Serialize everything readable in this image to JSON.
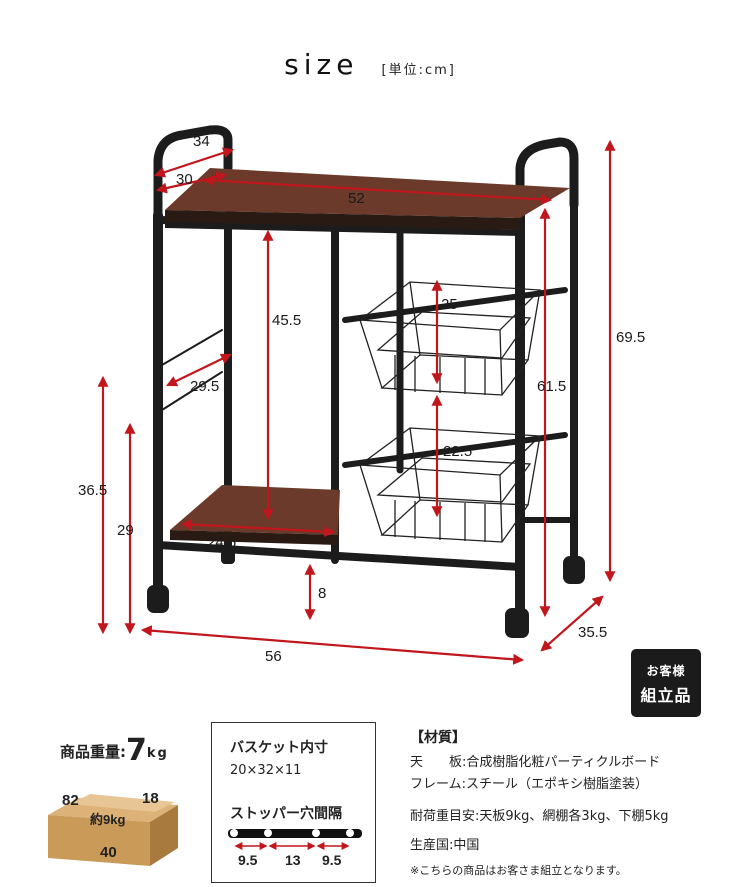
{
  "title": {
    "main": "size",
    "unit": "[単位:cm]"
  },
  "dimensions": {
    "handle_depth": "34",
    "top_depth": "30",
    "top_width": "52",
    "left_height": "45.5",
    "side_depth": "29.5",
    "basket_top": "25",
    "basket_bottom": "22.5",
    "inner_height": "61.5",
    "total_height": "69.5",
    "height_left_outer": "36.5",
    "height_left_inner": "29",
    "shelf_width": "24.5",
    "clearance": "8",
    "total_width": "56",
    "total_depth": "35.5"
  },
  "badge": {
    "line1": "お客様",
    "line2": "組立品"
  },
  "weight": {
    "label": "商品重量:",
    "value": "7",
    "unit": "kg"
  },
  "package": {
    "d1": "82",
    "d2": "18",
    "d3": "40",
    "label": "約9kg"
  },
  "basket_info": {
    "heading": "バスケット内寸",
    "value": "20×32×11",
    "stopper_heading": "ストッパー穴間隔",
    "stop1": "9.5",
    "stop2": "13",
    "stop3": "9.5"
  },
  "specs": {
    "heading": "【材質】",
    "top": "天　　板:合成樹脂化粧パーティクルボード",
    "frame": "フレーム:スチール（エポキシ樹脂塗装）",
    "load": "耐荷重目安:天板9kg、網棚各3kg、下棚5kg",
    "origin": "生産国:中国",
    "note": "※こちらの商品はお客さま組立となります。"
  },
  "colors": {
    "arrow": "#c0161c",
    "frame": "#1c1c1c",
    "wood": "#6b3a2a",
    "box": "#c99a58"
  }
}
